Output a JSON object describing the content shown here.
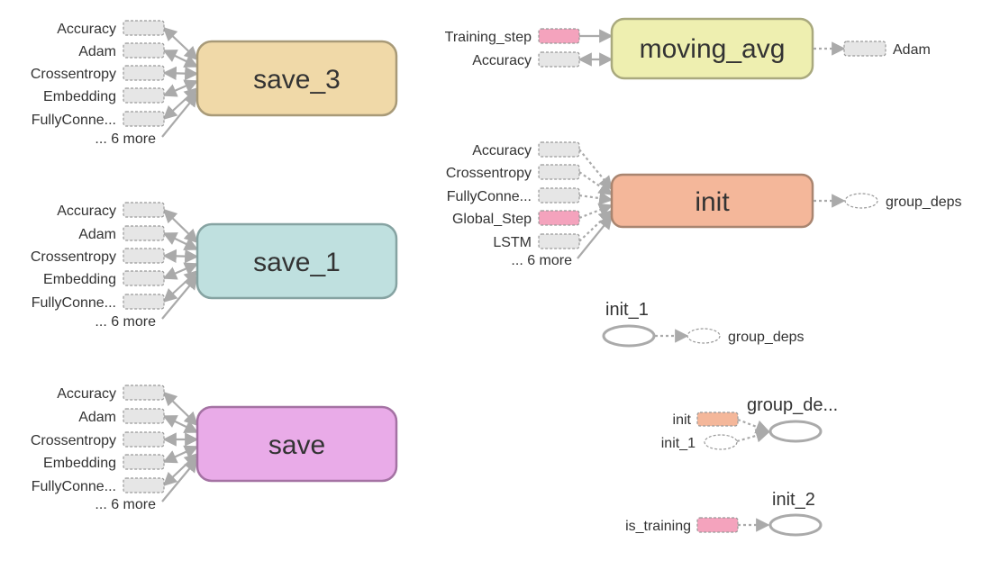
{
  "colors": {
    "gray": "#e6e6e6",
    "pink": "#f4a3bd",
    "orange": "#f4b79a",
    "save3": "#f0d9a8",
    "save1": "#bfe0df",
    "save": "#e9abe8",
    "moving_avg": "#eeefb0",
    "ellipse_stroke": "#aaaaaa"
  },
  "save3": {
    "title": "save_3",
    "inputs": [
      "Accuracy",
      "Adam",
      "Crossentropy",
      "Embedding",
      "FullyConne..."
    ],
    "more": "... 6 more"
  },
  "save1": {
    "title": "save_1",
    "inputs": [
      "Accuracy",
      "Adam",
      "Crossentropy",
      "Embedding",
      "FullyConne..."
    ],
    "more": "... 6 more"
  },
  "save": {
    "title": "save",
    "inputs": [
      "Accuracy",
      "Adam",
      "Crossentropy",
      "Embedding",
      "FullyConne..."
    ],
    "more": "... 6 more"
  },
  "moving_avg": {
    "title": "moving_avg",
    "inputs": [
      "Training_step",
      "Accuracy"
    ],
    "output": "Adam"
  },
  "init": {
    "title": "init",
    "inputs": [
      "Accuracy",
      "Crossentropy",
      "FullyConne...",
      "Global_Step",
      "LSTM"
    ],
    "more": "... 6 more",
    "output": "group_deps"
  },
  "init_1": {
    "title": "init_1",
    "output": "group_deps"
  },
  "group_deps": {
    "title": "group_de...",
    "inputs": [
      "init",
      "init_1"
    ]
  },
  "init_2": {
    "title": "init_2",
    "input": "is_training"
  }
}
